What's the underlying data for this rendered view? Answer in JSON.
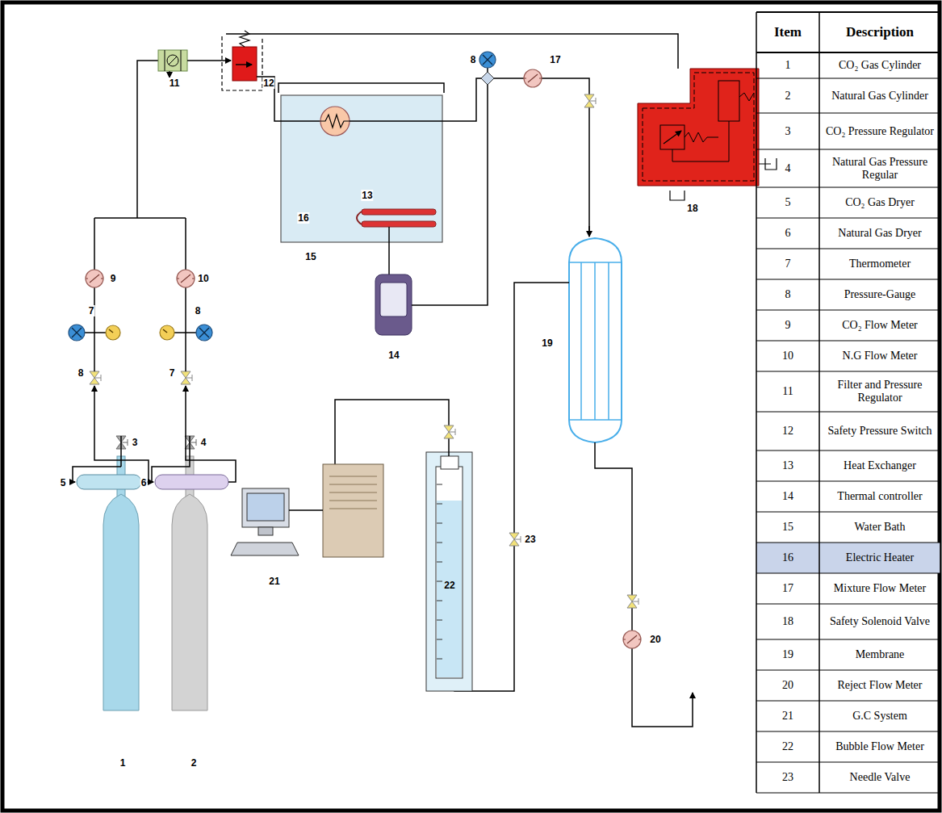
{
  "diagram": {
    "labels": [
      "1",
      "2",
      "3",
      "4",
      "5",
      "6",
      "7",
      "8",
      "7",
      "8",
      "9",
      "10",
      "11",
      "12",
      "8",
      "13",
      "16",
      "15",
      "14",
      "17",
      "18",
      "19",
      "20",
      "21",
      "22",
      "23",
      "Item",
      "Description",
      "1",
      "CO₂ Gas Cylinder",
      "2",
      "Natural Gas Cylinder",
      "3",
      "CO₂ Pressure Regulator",
      "4",
      "Natural Gas Pressure Regular",
      "5",
      "CO₂ Gas Dryer",
      "6",
      "Natural Gas Dryer",
      "7",
      "Thermometer",
      "8",
      "Pressure-Gauge",
      "9",
      "CO₂ Flow Meter",
      "10",
      "N.G Flow Meter",
      "11",
      "Filter and Pressure Regulator",
      "12",
      "Safety Pressure Switch",
      "13",
      "Heat Exchanger",
      "14",
      "Thermal controller",
      "15",
      "Water Bath",
      "16",
      "Electric Heater",
      "17",
      "Mixture Flow Meter",
      "18",
      "Safety Solenoid Valve",
      "19",
      "Membrane",
      "20",
      "Reject Flow Meter",
      "21",
      "G.C System",
      "22",
      "Bubble Flow Meter",
      "23",
      "Needle Valve"
    ]
  }
}
